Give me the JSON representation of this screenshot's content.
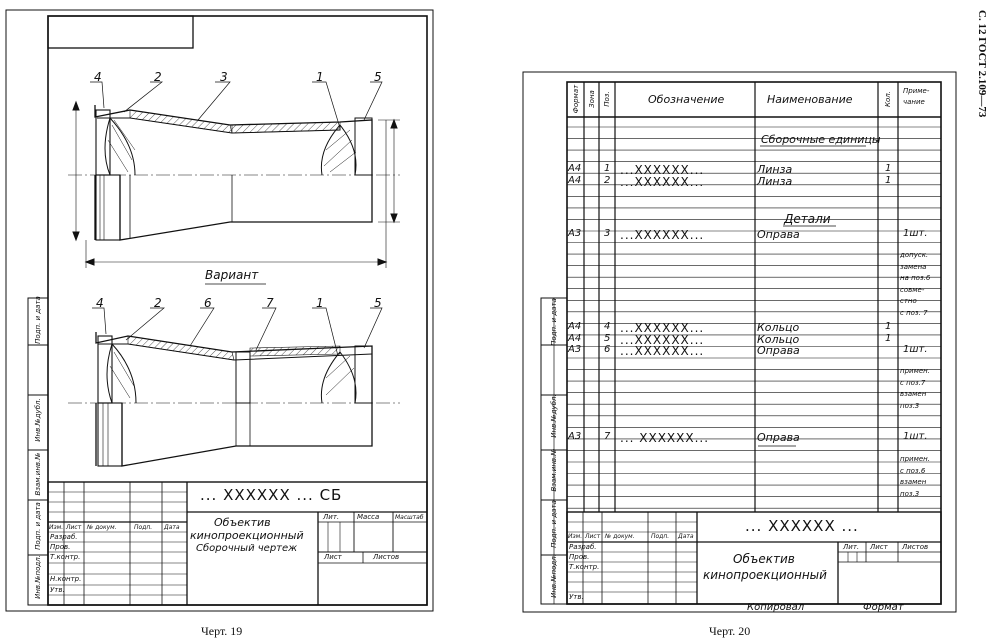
{
  "page_header": "С. 12 ГОСТ 2.109—73",
  "left_sheet": {
    "caption": "Черт. 19",
    "variant_label": "Вариант",
    "top_view_callouts": [
      "4",
      "2",
      "3",
      "1",
      "5"
    ],
    "bottom_view_callouts": [
      "4",
      "2",
      "6",
      "7",
      "1",
      "5"
    ],
    "side_strip": [
      "Инв.№подл.",
      "Подп. и дата",
      "Взам.инв.№",
      "Инв.№дубл.",
      "Подп. и дата"
    ],
    "title_block": {
      "designation": "... XXXXXX ... СБ",
      "name_line1": "Объектив",
      "name_line2": "кинопроекционный",
      "name_line3": "Сборочный чертеж",
      "col_headers": [
        "Изм.",
        "Лист",
        "№ докум.",
        "Подп.",
        "Дата"
      ],
      "rows": [
        "Разраб.",
        "Пров.",
        "Т.контр.",
        "",
        "Н.контр.",
        "Утв."
      ],
      "lit": "Лит.",
      "mass": "Масса",
      "scale": "Масштаб",
      "sheet": "Лист",
      "sheets": "Листов"
    }
  },
  "right_sheet": {
    "caption": "Черт. 20",
    "headers": {
      "format": "Формат",
      "zone": "Зона",
      "pos": "Поз.",
      "designation": "Обозначение",
      "name": "Наименование",
      "qty": "Кол.",
      "note": "Приме-\nчание"
    },
    "sections": {
      "assemblies": "Сборочные единицы",
      "details": "Детали"
    },
    "rows": [
      {
        "format": "А4",
        "pos": "1",
        "designation": "...XXXXXX...",
        "name": "Линза",
        "qty": "1",
        "note": ""
      },
      {
        "format": "А4",
        "pos": "2",
        "designation": "...XXXXXX...",
        "name": "Линза",
        "qty": "1",
        "note": ""
      },
      {
        "format": "А3",
        "pos": "3",
        "designation": "...XXXXXX...",
        "name": "Оправа",
        "qty": "",
        "note": "1шт."
      },
      {
        "format": "А4",
        "pos": "4",
        "designation": "...XXXXXX...",
        "name": "Кольцо",
        "qty": "1",
        "note": ""
      },
      {
        "format": "А4",
        "pos": "5",
        "designation": "...XXXXXX...",
        "name": "Кольцо",
        "qty": "1",
        "note": ""
      },
      {
        "format": "А3",
        "pos": "6",
        "designation": "...XXXXXX...",
        "name": "Оправа",
        "qty": "",
        "note": "1шт."
      },
      {
        "format": "А3",
        "pos": "7",
        "designation": "... XXXXXX...",
        "name": "Оправа",
        "qty": "",
        "note": "1шт."
      }
    ],
    "notes_3": [
      "допуск.",
      "замена",
      "на поз.6",
      "совме-",
      "стно",
      "с поз. 7"
    ],
    "notes_6": [
      "примен.",
      "с поз.7",
      "взамен",
      "поз.3"
    ],
    "notes_7": [
      "примен.",
      "с поз.6",
      "взамен",
      "поз.3"
    ],
    "side_strip": [
      "Инв.№подл.",
      "Подп. и дата",
      "Взам.инв.№",
      "Инв.№дубл.",
      "Подп. и дата"
    ],
    "title_block": {
      "designation": "... XXXXXX ...",
      "name_line1": "Объектив",
      "name_line2": "кинопроекционный",
      "col_headers": [
        "Изм.",
        "Лист",
        "№ докум.",
        "Подп.",
        "Дата"
      ],
      "rows": [
        "Разраб.",
        "Пров.",
        "Т.контр.",
        "",
        "Утв."
      ],
      "lit": "Лит.",
      "sheet": "Лист",
      "sheets": "Листов",
      "copied": "Копировал",
      "format": "Формат"
    }
  }
}
